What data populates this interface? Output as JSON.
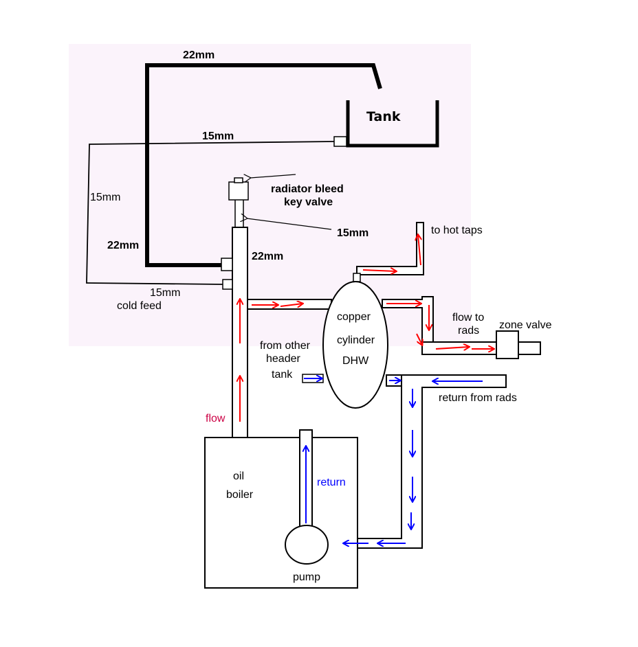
{
  "colors": {
    "background": "#ffffff",
    "pale_panel": "#fbf3fb",
    "ink": "#000000",
    "flow_arrow": "#ff0000",
    "return_arrow": "#0000ff",
    "flow_label": "#cc0044",
    "return_label": "#0000ff"
  },
  "labels": {
    "top_22mm": "22mm",
    "tank": "Tank",
    "top_15mm": "15mm",
    "left_15mm": "15mm",
    "bleed_valve_line1": "radiator bleed",
    "bleed_valve_line2": "key valve",
    "valve_15mm": "15mm",
    "left_22mm": "22mm",
    "riser_22mm": "22mm",
    "cold_feed_15mm": "15mm",
    "cold_feed": "cold feed",
    "to_hot_taps": "to hot taps",
    "cylinder_line1": "copper",
    "cylinder_line2": "cylinder",
    "cylinder_line3": "DHW",
    "flow_to_rads_line1": "flow to",
    "flow_to_rads_line2": "rads",
    "zone_valve": "zone valve",
    "other_header_line1": "from other",
    "other_header_line2": "header",
    "other_header_line3": "tank",
    "return_from_rads": "return from rads",
    "flow": "flow",
    "return": "return",
    "boiler_line1": "oil",
    "boiler_line2": "boiler",
    "pump": "pump"
  },
  "arrows": {
    "flow_arrow_count": 11,
    "return_arrow_count": 10
  }
}
